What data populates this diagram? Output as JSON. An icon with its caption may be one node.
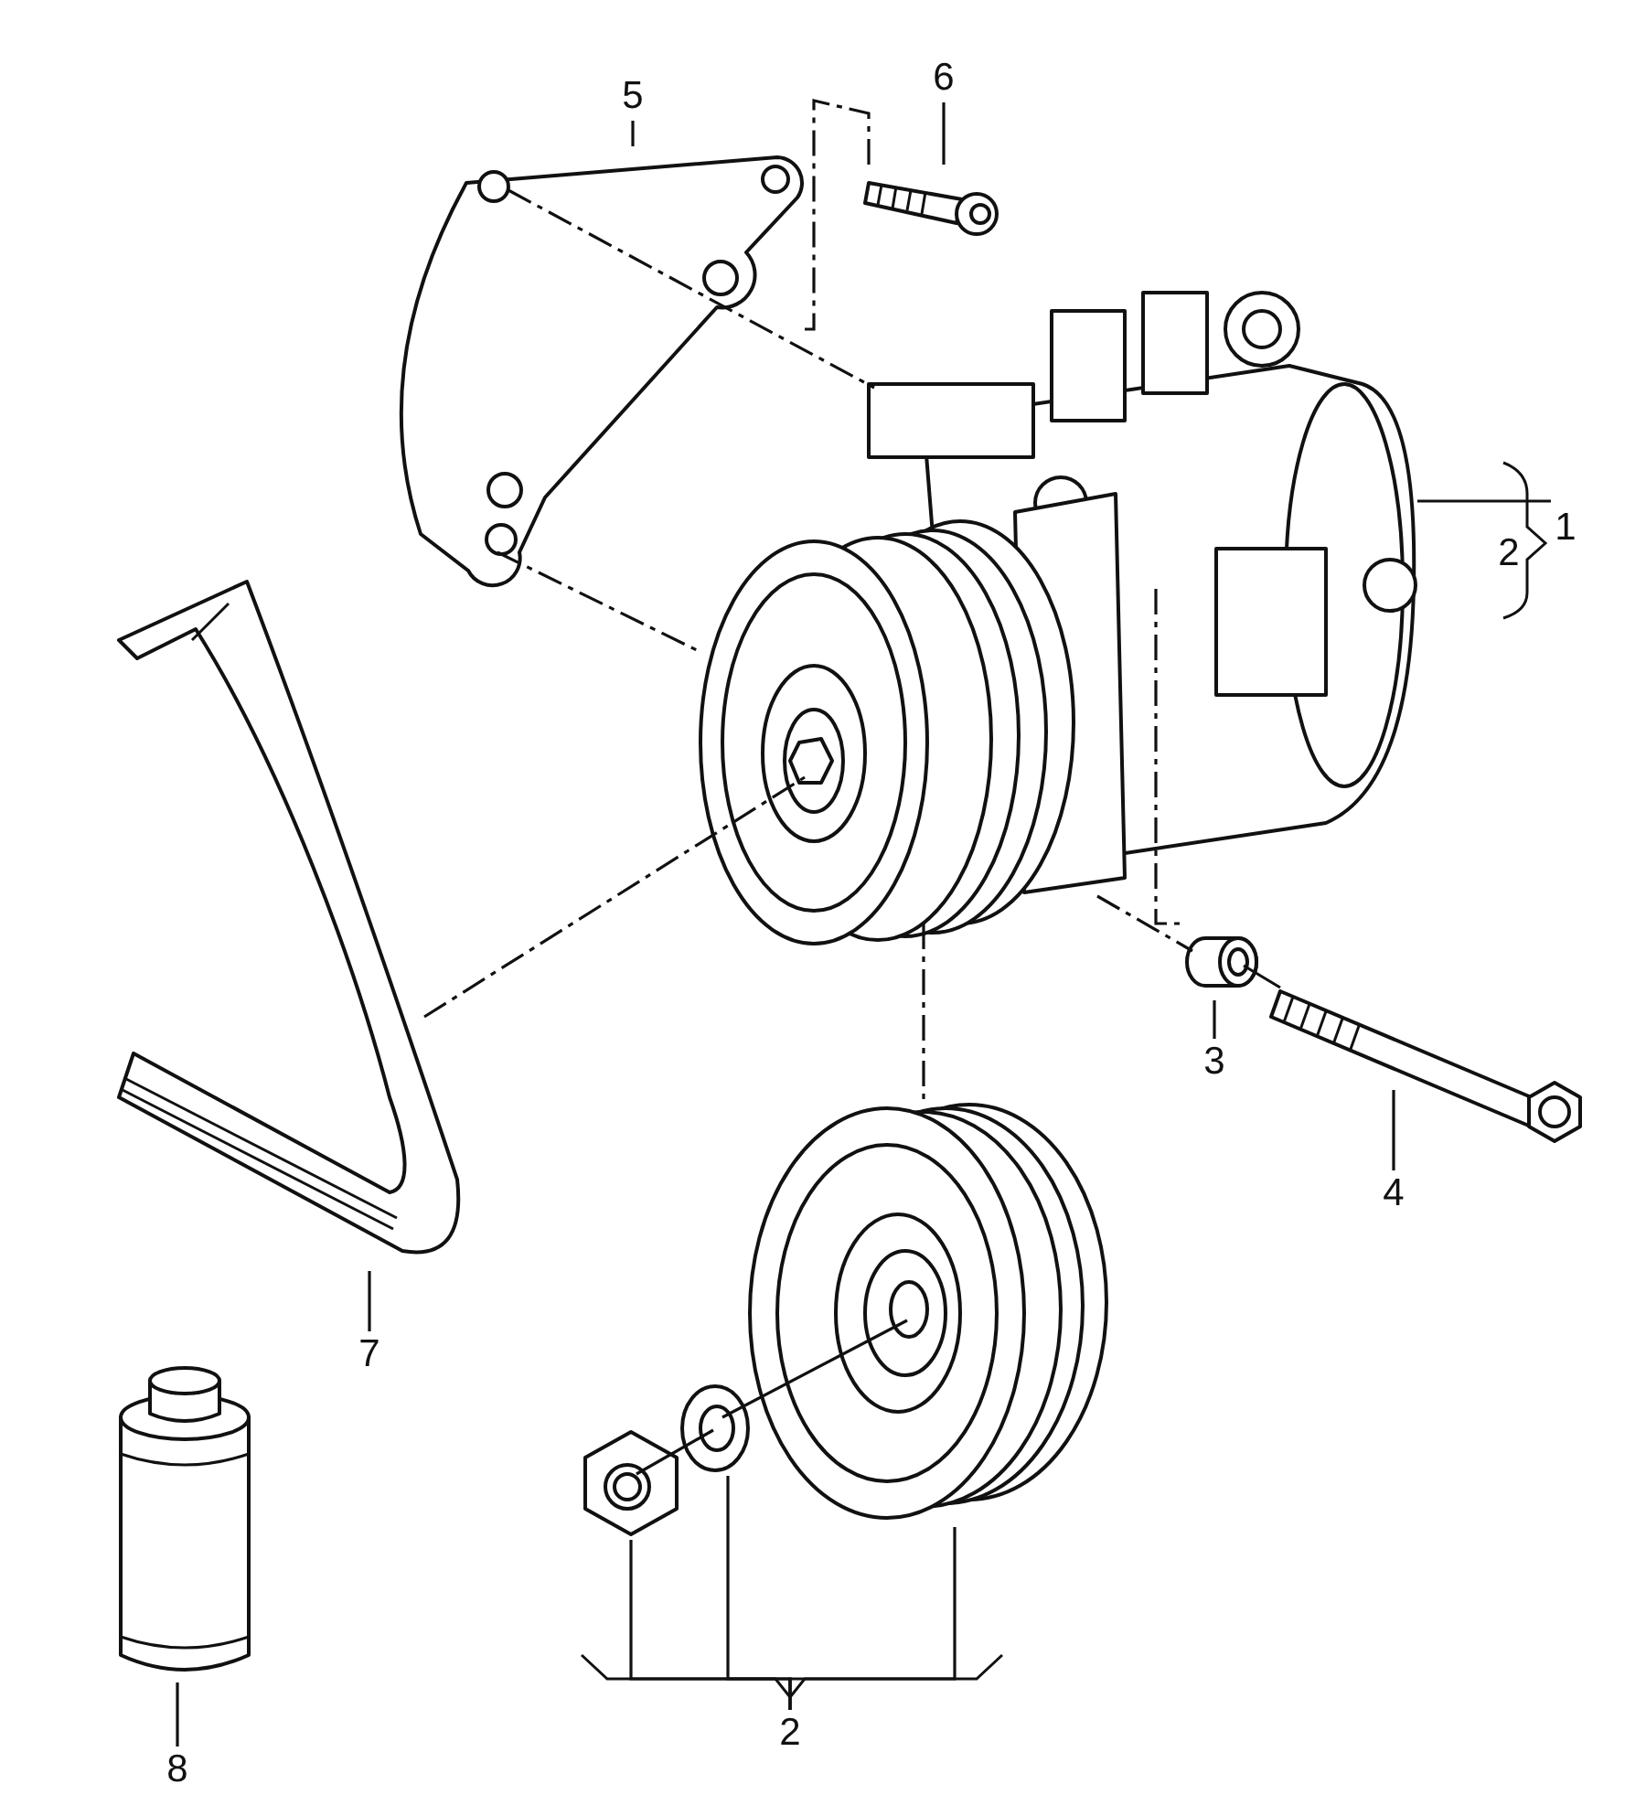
{
  "diagram": {
    "nodes": [
      {
        "text": [
          "5"
        ]
      },
      {
        "text": [
          "6"
        ]
      },
      {
        "text": [
          "2"
        ]
      },
      {
        "text": [
          "1"
        ]
      },
      {
        "text": [
          "3"
        ]
      },
      {
        "text": [
          "4"
        ]
      },
      {
        "text": [
          "7"
        ]
      },
      {
        "text": [
          "8"
        ]
      },
      {
        "text": [
          "2"
        ]
      },
      {
        "text": [],
        "shape": "picture"
      },
      {
        "text": [],
        "shape": "picture"
      },
      {
        "text": [],
        "shape": "picture"
      },
      {
        "text": [],
        "shape": "picture"
      },
      {
        "text": [],
        "shape": "picture"
      },
      {
        "text": [],
        "shape": "picture"
      },
      {
        "text": [],
        "shape": "picture"
      },
      {
        "text": [],
        "shape": "picture"
      },
      {
        "text": [],
        "shape": "picture"
      },
      {
        "text": [],
        "shape": "picture"
      }
    ],
    "edges": [
      {
        "from": 0,
        "to": 9,
        "arrow": "none"
      },
      {
        "from": 1,
        "to": 10,
        "arrow": "none"
      },
      {
        "from": 3,
        "to": 11,
        "arrow": "none"
      },
      {
        "from": 4,
        "to": 12,
        "arrow": "none"
      },
      {
        "from": 5,
        "to": 13,
        "arrow": "none"
      },
      {
        "from": 6,
        "to": 14,
        "arrow": "none"
      },
      {
        "from": 7,
        "to": 15,
        "arrow": "none"
      },
      {
        "from": 8,
        "to": 16,
        "arrow": "none"
      },
      {
        "from": 8,
        "to": 17,
        "arrow": "none"
      },
      {
        "from": 8,
        "to": 18,
        "arrow": "none"
      },
      {
        "from": 10,
        "to": 9,
        "arrow": "none",
        "style": "dashed"
      },
      {
        "from": 9,
        "to": 11,
        "arrow": "none",
        "style": "dashed"
      },
      {
        "from": 9,
        "to": 11,
        "arrow": "none",
        "style": "dashed"
      },
      {
        "from": 14,
        "to": 11,
        "arrow": "none",
        "style": "dashed"
      },
      {
        "from": 11,
        "to": 12,
        "arrow": "none",
        "style": "dashed"
      },
      {
        "from": 11,
        "to": 12,
        "arrow": "none",
        "style": "dashed"
      },
      {
        "from": 11,
        "to": 18,
        "arrow": "none",
        "style": "dashed"
      },
      {
        "from": 17,
        "to": 18,
        "arrow": "none"
      },
      {
        "from": 16,
        "to": 17,
        "arrow": "none"
      },
      {
        "from": 12,
        "to": 13,
        "arrow": "none"
      }
    ]
  }
}
